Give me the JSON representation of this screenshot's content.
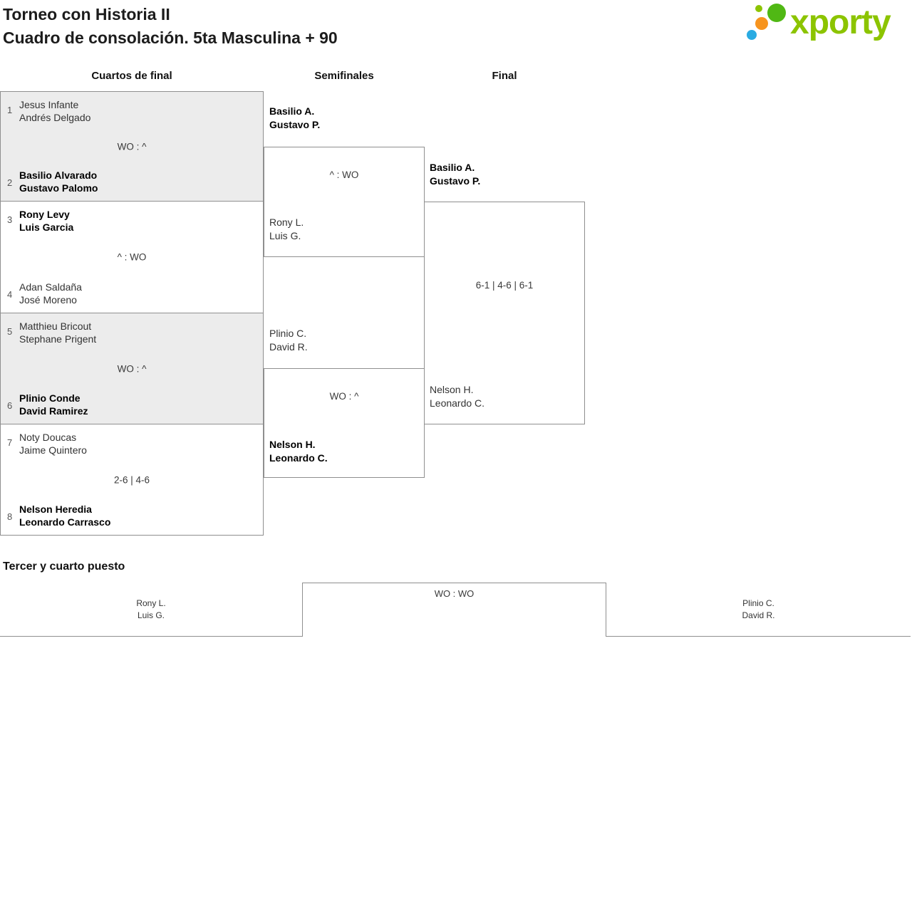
{
  "header": {
    "title_line1": "Torneo con Historia II",
    "title_line2": "Cuadro de consolación. 5ta Masculina + 90",
    "logo_text": "xporty"
  },
  "rounds": [
    "Cuartos de final",
    "Semifinales",
    "Final"
  ],
  "bracket": {
    "quarterfinals": [
      {
        "top": {
          "seed": "1",
          "players": [
            "Jesus Infante",
            "Andrés Delgado"
          ],
          "winner": false
        },
        "bottom": {
          "seed": "2",
          "players": [
            "Basilio Alvarado",
            "Gustavo Palomo"
          ],
          "winner": true
        },
        "score": "WO : ^"
      },
      {
        "top": {
          "seed": "3",
          "players": [
            "Rony Levy",
            "Luis Garcia"
          ],
          "winner": true
        },
        "bottom": {
          "seed": "4",
          "players": [
            "Adan Saldaña",
            "José Moreno"
          ],
          "winner": false
        },
        "score": "^ : WO"
      },
      {
        "top": {
          "seed": "5",
          "players": [
            "Matthieu Bricout",
            "Stephane Prigent"
          ],
          "winner": false
        },
        "bottom": {
          "seed": "6",
          "players": [
            "Plinio Conde",
            "David Ramirez"
          ],
          "winner": true
        },
        "score": "WO : ^"
      },
      {
        "top": {
          "seed": "7",
          "players": [
            "Noty Doucas",
            "Jaime Quintero"
          ],
          "winner": false
        },
        "bottom": {
          "seed": "8",
          "players": [
            "Nelson Heredia",
            "Leonardo Carrasco"
          ],
          "winner": true
        },
        "score": "2-6 | 4-6"
      }
    ],
    "semifinals": [
      {
        "top": {
          "players": [
            "Basilio A.",
            "Gustavo P."
          ],
          "winner": true
        },
        "bottom": {
          "players": [
            "Rony L.",
            "Luis G."
          ],
          "winner": false
        },
        "score": "^ : WO"
      },
      {
        "top": {
          "players": [
            "Plinio C.",
            "David R."
          ],
          "winner": false
        },
        "bottom": {
          "players": [
            "Nelson H.",
            "Leonardo C."
          ],
          "winner": true
        },
        "score": "WO : ^"
      }
    ],
    "final": {
      "top": {
        "players": [
          "Basilio A.",
          "Gustavo P."
        ],
        "winner": true
      },
      "bottom": {
        "players": [
          "Nelson H.",
          "Leonardo C."
        ],
        "winner": false
      },
      "score": "6-1 | 4-6 | 6-1"
    }
  },
  "third_place": {
    "title": "Tercer y cuarto puesto",
    "team_left": {
      "players": [
        "Rony L.",
        "Luis G."
      ],
      "winner": false
    },
    "team_right": {
      "players": [
        "Plinio C.",
        "David R."
      ],
      "winner": false
    },
    "score": "WO : WO"
  },
  "colors": {
    "brand_green": "#8cc400",
    "dot_green_large": "#50b814",
    "dot_green_small": "#8cc400",
    "dot_orange": "#f7941e",
    "dot_blue": "#2aabe2",
    "match_shade": "#ececec",
    "line": "#8f8f8f"
  }
}
